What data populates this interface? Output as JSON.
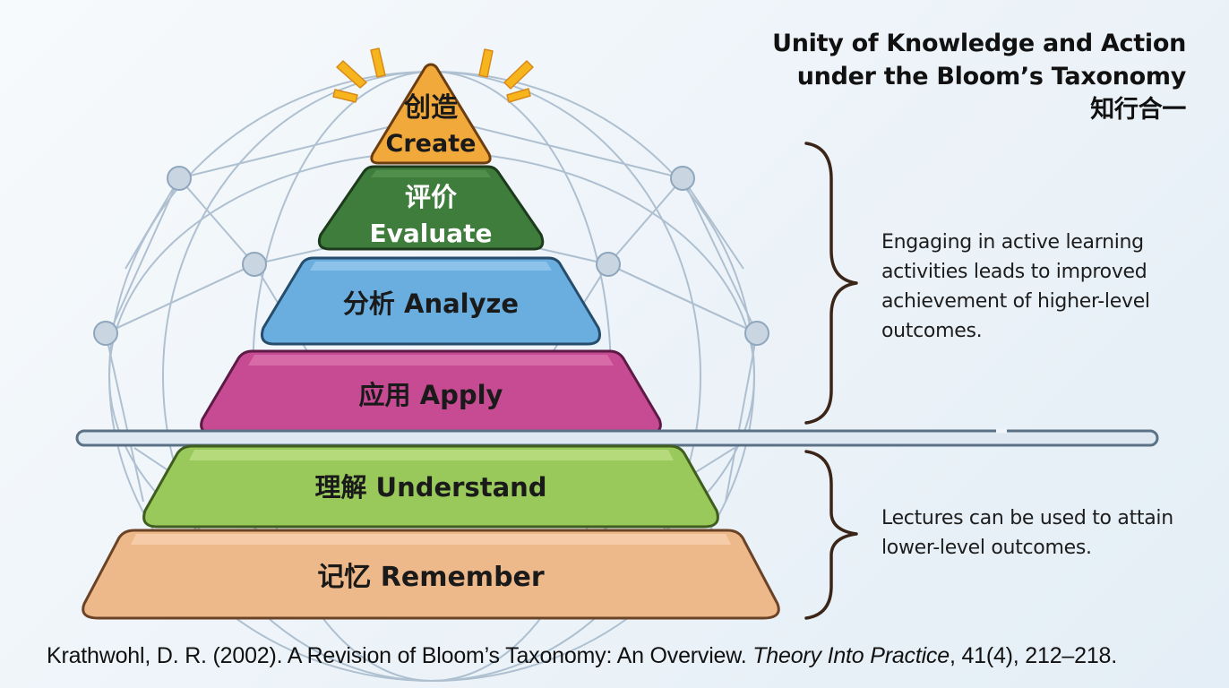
{
  "title": {
    "line1": "Unity of Knowledge and Action",
    "line2": "under the Bloom’s Taxonomy",
    "line3": "知行合一"
  },
  "pyramid": {
    "create": {
      "zh": "创造",
      "en": "Create"
    },
    "evaluate": {
      "zh": "评价",
      "en": "Evaluate"
    },
    "analyze": {
      "label": "分析 Analyze"
    },
    "apply": {
      "label": "应用 Apply"
    },
    "understand": {
      "label": "理解 Understand"
    },
    "remember": {
      "label": "记忆 Remember"
    }
  },
  "notes": {
    "higher": "Engaging in active learning activities leads to improved achievement of higher-level outcomes.",
    "lower": "Lectures can be used to attain lower-level outcomes."
  },
  "citation": {
    "before_italic": "Krathwohl, D. R. (2002). A Revision of Bloom’s Taxonomy: An Overview. ",
    "italic": "Theory Into Practice",
    "after_italic": ", 41(4), 212–218."
  },
  "colors": {
    "create": "#f2a93b",
    "evaluate": "#3e7d3c",
    "analyze": "#6aaedf",
    "apply": "#c64b93",
    "understand": "#99c95a",
    "remember": "#eeb98a",
    "network": "#8fa6bd",
    "sparkle": "#f6b51d"
  }
}
